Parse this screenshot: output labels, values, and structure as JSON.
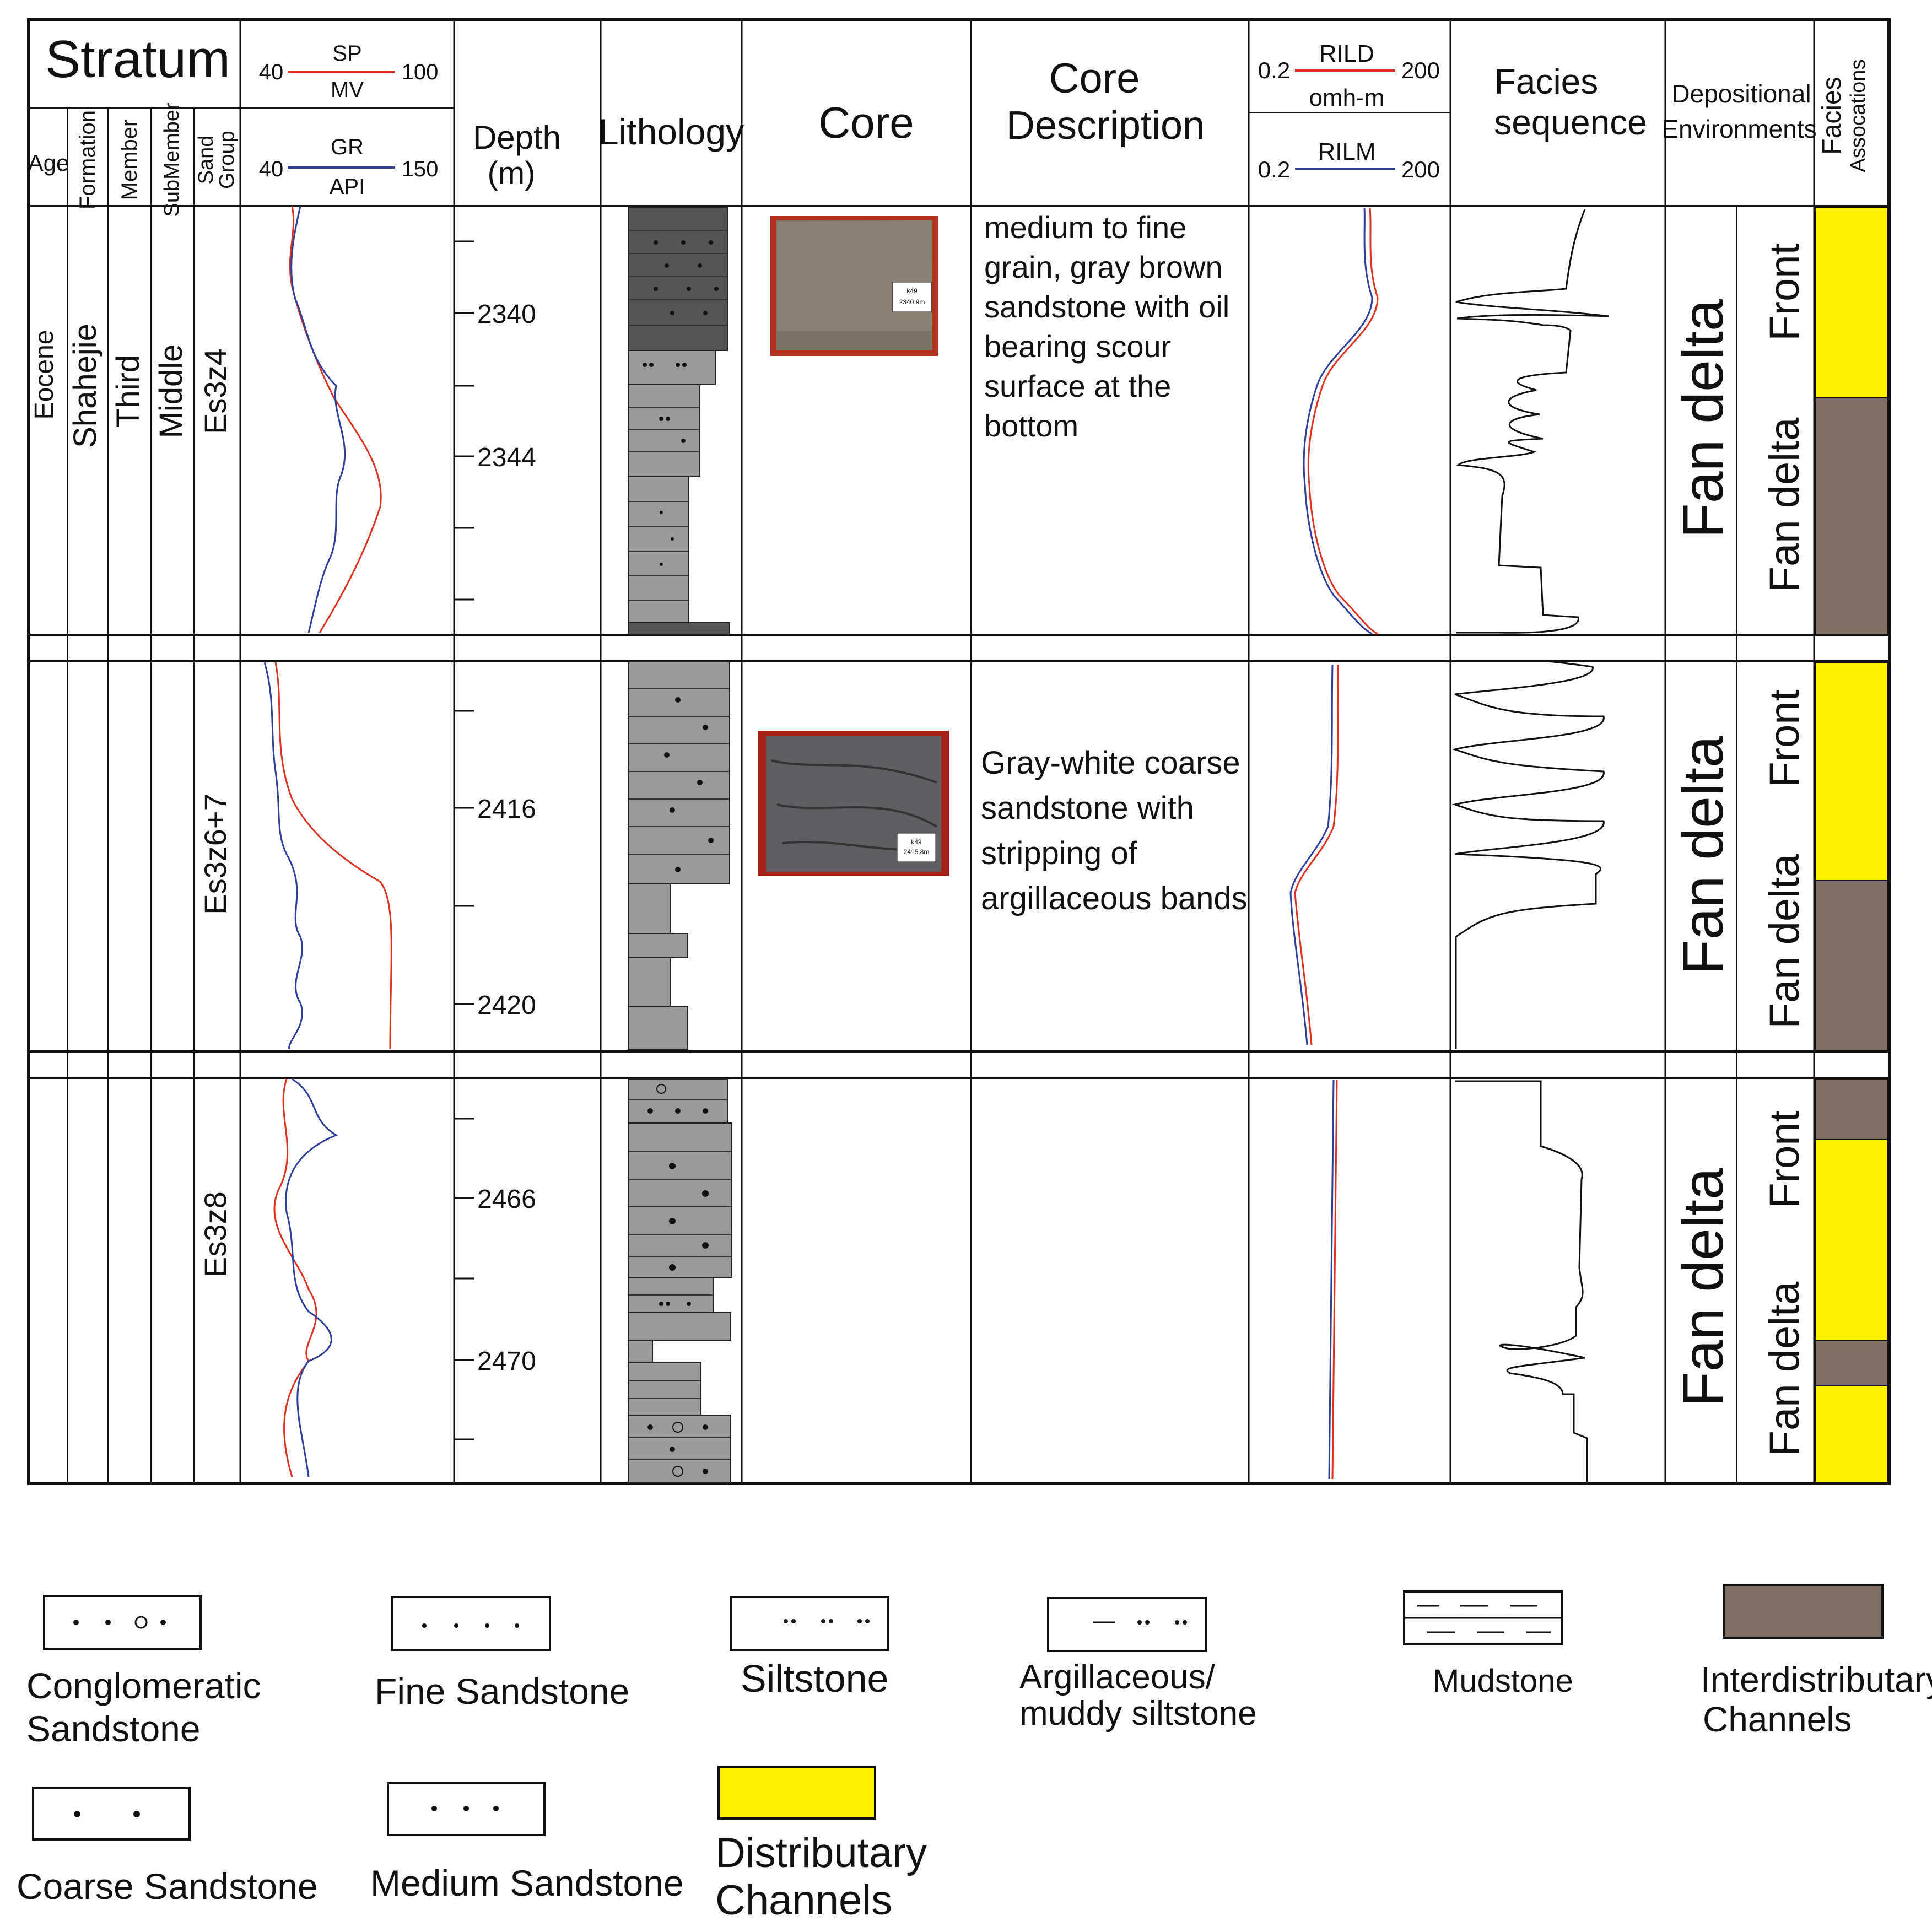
{
  "header": {
    "stratum": "Stratum",
    "stratum_subcols": [
      "Age",
      "Formation",
      "Member",
      "SubMember",
      "Sand",
      "Group"
    ],
    "sp": {
      "name": "SP",
      "min": "40",
      "max": "100",
      "unit": "MV"
    },
    "gr": {
      "name": "GR",
      "min": "40",
      "max": "150",
      "unit": "API"
    },
    "depth": [
      "Depth",
      "(m)"
    ],
    "lithology": "Lithology",
    "core": "Core",
    "core_description": [
      "Core",
      "Description"
    ],
    "rild": {
      "name": "RILD",
      "min": "0.2",
      "max": "200",
      "unit": "omh-m"
    },
    "rilm": {
      "name": "RILM",
      "min": "0.2",
      "max": "200"
    },
    "facies_sequence": [
      "Facies",
      "sequence"
    ],
    "depositional_environments": [
      "Depositional",
      "Environments"
    ],
    "facies_associations": [
      "Facies",
      "Assocations"
    ]
  },
  "stratigraphy": {
    "age": "Eocene",
    "formation": "Shahejie",
    "member": "Third",
    "submember": "Middle"
  },
  "sections": [
    {
      "sand_group": "Es3z4",
      "depth_labels": [
        "2340",
        "2344"
      ],
      "core_photo_label": [
        "k49",
        "2340.9m"
      ],
      "core_description": [
        "medium to fine",
        "grain, gray brown",
        "sandstone with oil",
        "bearing scour",
        "surface at the",
        "bottom"
      ],
      "environment": "Fan delta",
      "subenvironments": [
        "Front",
        "Fan delta"
      ]
    },
    {
      "sand_group": "Es3z6+7",
      "depth_labels": [
        "2416",
        "2420"
      ],
      "core_photo_label": [
        "k49",
        "2415.8m"
      ],
      "core_description": [
        "Gray-white coarse",
        "sandstone with",
        "stripping of",
        "argillaceous bands"
      ],
      "environment": "Fan delta",
      "subenvironments": [
        "Front",
        "Fan delta"
      ]
    },
    {
      "sand_group": "Es3z8",
      "depth_labels": [
        "2466",
        "2470"
      ],
      "environment": "Fan delta",
      "subenvironments": [
        "Front",
        "Fan delta"
      ]
    }
  ],
  "legend": {
    "conglomeratic": [
      "Conglomeratic",
      "Sandstone"
    ],
    "fine": "Fine Sandstone",
    "siltstone": "Siltstone",
    "argillaceous": [
      "Argillaceous/",
      "muddy siltstone"
    ],
    "mudstone": "Mudstone",
    "interdistributary": [
      "Interdistributary",
      "Channels"
    ],
    "coarse": "Coarse Sandstone",
    "medium": "Medium Sandstone",
    "distributary": [
      "Distributary",
      "Channels"
    ]
  },
  "colors": {
    "distributary_channels": "#fff200",
    "interdistributary_channels": "#7f6f63",
    "sp_curve": "#e03020",
    "gr_curve": "#2c3f9a",
    "lithology_fill": "#9a9a9a",
    "lithology_dark": "#555555"
  }
}
